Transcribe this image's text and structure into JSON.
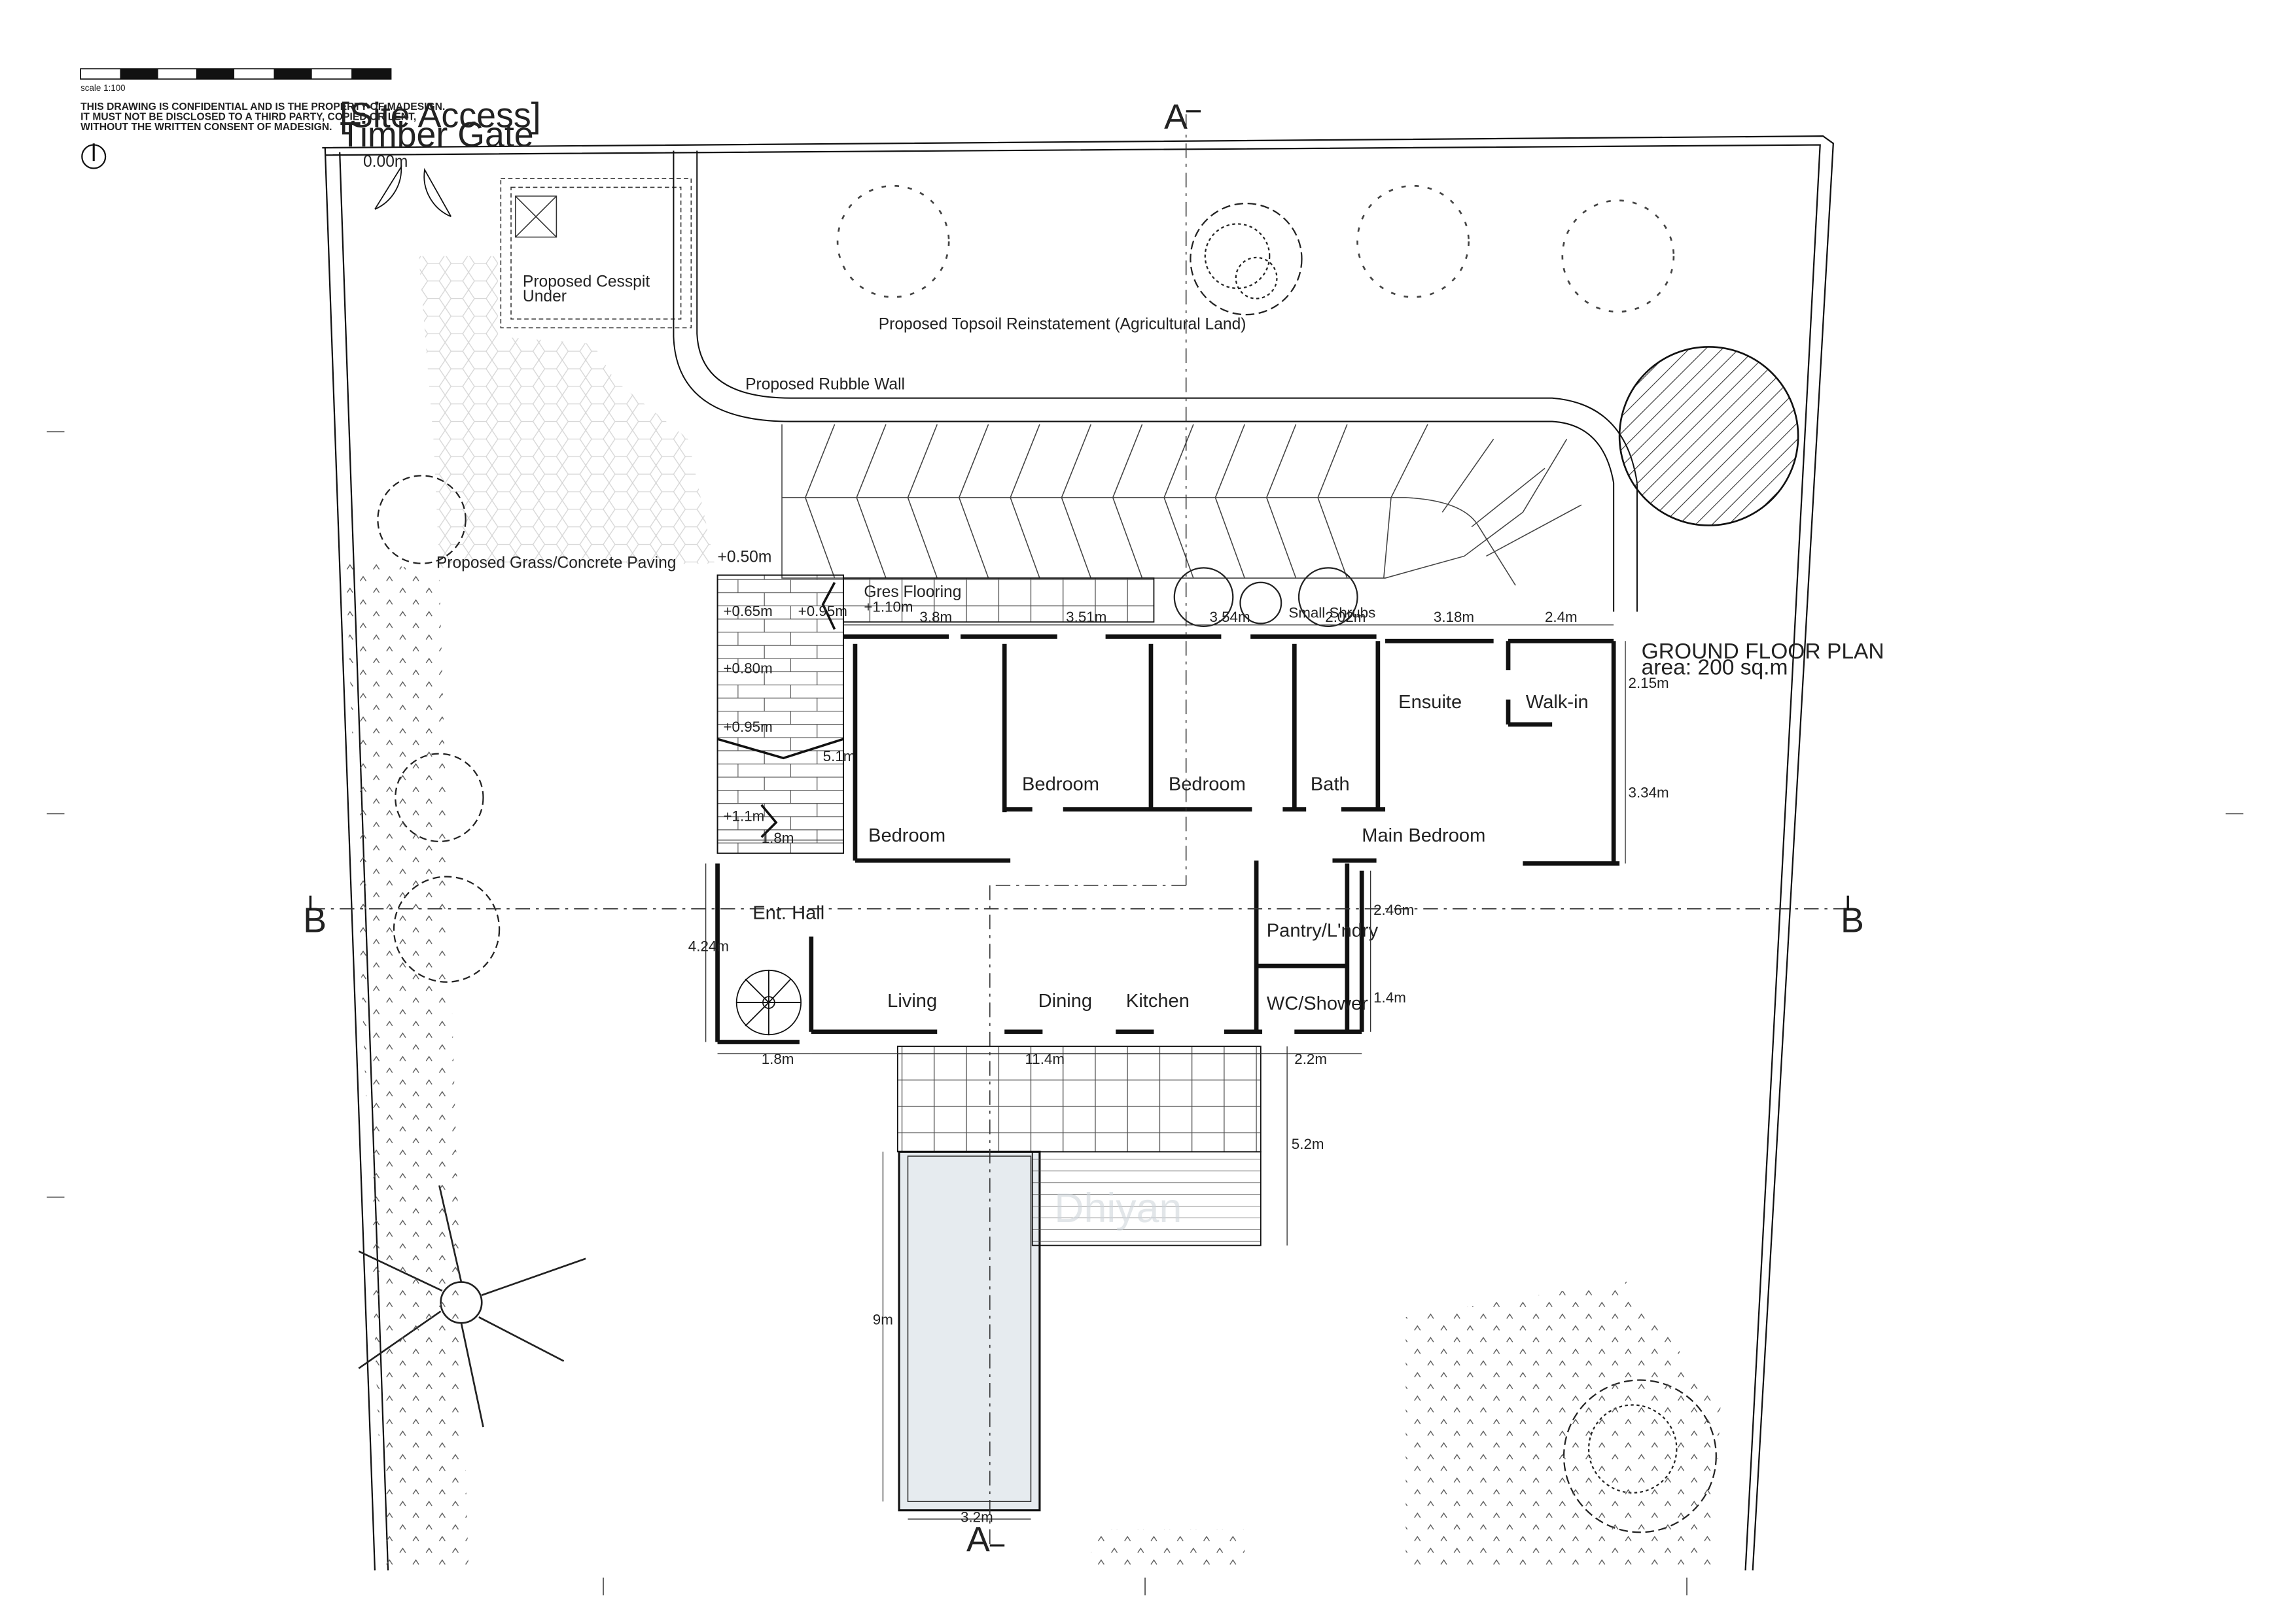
{
  "scale_bar": {
    "label": "scale 1:100"
  },
  "disclaimer": [
    "THIS DRAWING IS CONFIDENTIAL AND IS THE PROPERTY OF MADESIGN.",
    "IT MUST NOT BE DISCLOSED TO A THIRD PARTY, COPIED OR LENT,",
    "WITHOUT THE WRITTEN CONSENT OF MADESIGN."
  ],
  "site_access": {
    "title": "[Site Access]",
    "subtitle": "Timber Gate"
  },
  "levels": {
    "gate": "0.00m",
    "paving": "+0.50m",
    "terrace_a": "+0.65m",
    "terrace_b": "+0.95m",
    "terrace_c": "+0.80m",
    "terrace_d": "+0.95m",
    "terrace_e": "+1.1m",
    "gres": "+1.10m"
  },
  "site_labels": {
    "cesspit_1": "Proposed Cesspit",
    "cesspit_2": "Under",
    "topsoil": "Proposed Topsoil Reinstatement (Agricultural Land)",
    "rubble_wall": "Proposed Rubble Wall",
    "grass_paving": "Proposed Grass/Concrete Paving",
    "gres_flooring": "Gres Flooring",
    "small_shrubs": "Small Shrubs"
  },
  "section_markers": {
    "a": "A",
    "b": "B"
  },
  "plan_title": {
    "title": "GROUND FLOOR PLAN",
    "area": "area: 200 sq.m"
  },
  "rooms": {
    "bedroom_1": "Bedroom",
    "bedroom_2": "Bedroom",
    "bedroom_3": "Bedroom",
    "bath": "Bath",
    "ensuite": "Ensuite",
    "walkin": "Walk-in",
    "main_bedroom": "Main Bedroom",
    "ent_hall": "Ent. Hall",
    "pantry": "Pantry/L'ndry",
    "wc": "WC/Shower",
    "living": "Living",
    "dining": "Dining",
    "kitchen": "Kitchen"
  },
  "dimensions": {
    "d_3_8": "3.8m",
    "d_3_51": "3.51m",
    "d_3_54": "3.54m",
    "d_2_02": "2.02m",
    "d_3_18": "3.18m",
    "d_2_4": "2.4m",
    "d_2_15": "2.15m",
    "d_3_34": "3.34m",
    "d_2_46": "2.46m",
    "d_1_4": "1.4m",
    "d_4_24": "4.24m",
    "d_1_8_top": "1.8m",
    "d_1_8_bottom": "1.8m",
    "d_11_4": "11.4m",
    "d_2_2": "2.2m",
    "d_5_2": "5.2m",
    "d_9": "9m",
    "d_3_2": "3.2m",
    "d_stair": "5.1m"
  },
  "watermark": "Dhiyan",
  "colors": {
    "line": "#1a1a1a",
    "pool": "#e6ebef",
    "wall": "#111111"
  }
}
